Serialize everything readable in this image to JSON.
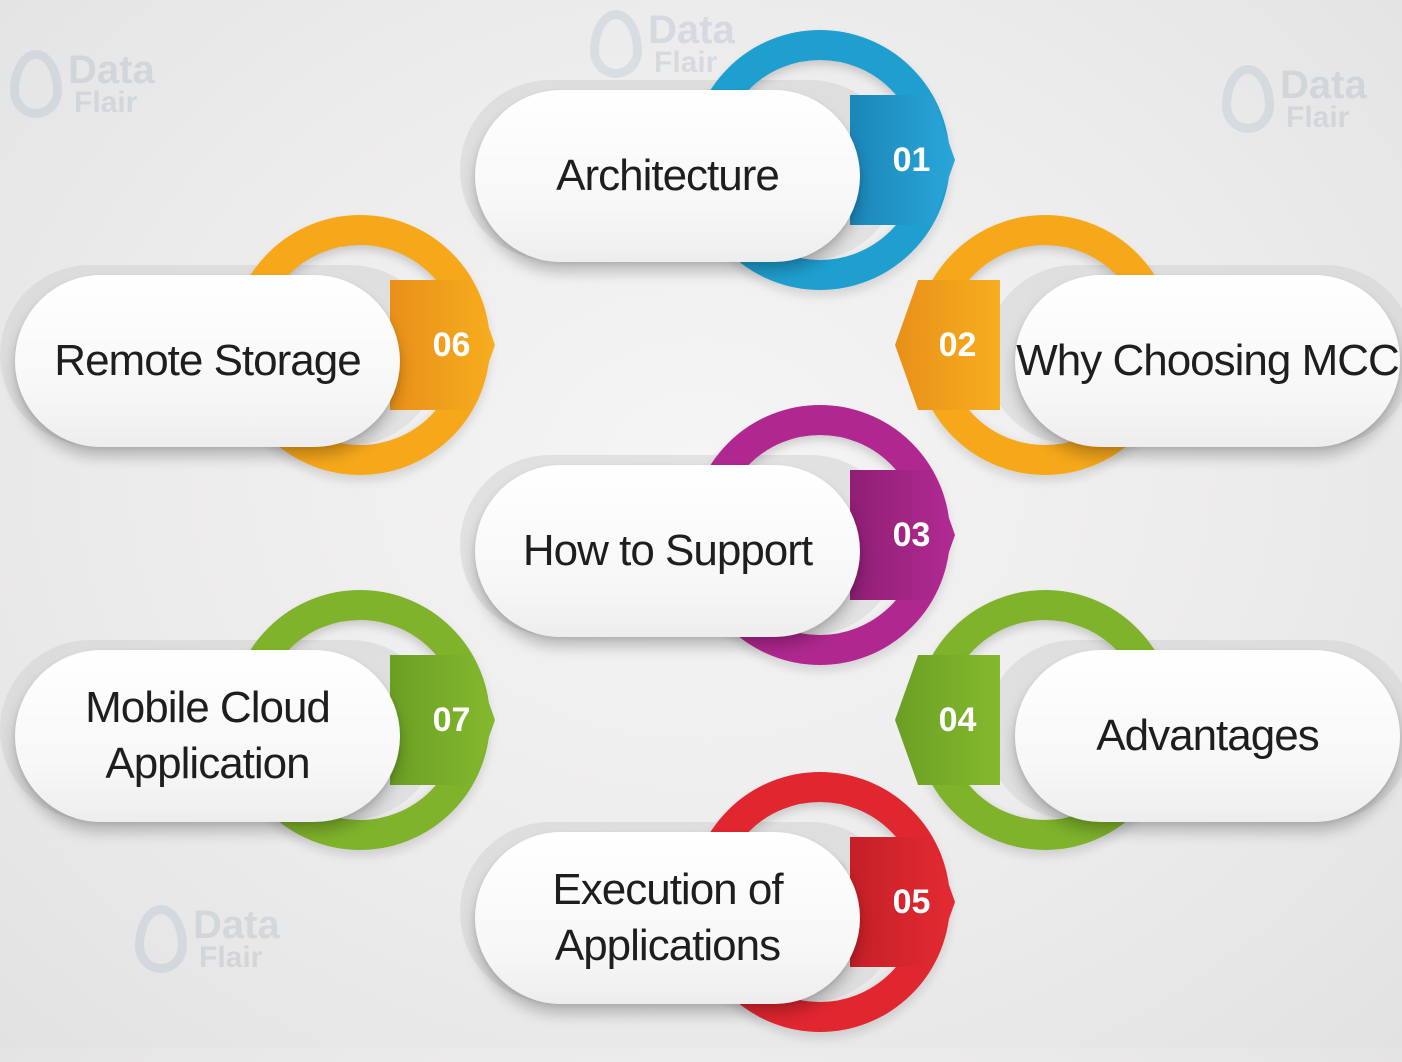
{
  "watermark": {
    "line1": "Data",
    "line2": "Flair"
  },
  "items": [
    {
      "number": "01",
      "label_lines": [
        "Architecture"
      ],
      "color": "#1f9fd0"
    },
    {
      "number": "02",
      "label_lines": [
        "Why Choosing MCC"
      ],
      "color": "#f6a81a"
    },
    {
      "number": "03",
      "label_lines": [
        "How to Support"
      ],
      "color": "#b0288f"
    },
    {
      "number": "04",
      "label_lines": [
        "Advantages"
      ],
      "color": "#7fb32c"
    },
    {
      "number": "05",
      "label_lines": [
        "Execution of",
        "Applications"
      ],
      "color": "#e0262f"
    },
    {
      "number": "06",
      "label_lines": [
        "Remote Storage"
      ],
      "color": "#f6a81a"
    },
    {
      "number": "07",
      "label_lines": [
        "Mobile Cloud",
        "Application"
      ],
      "color": "#7fb32c"
    }
  ]
}
